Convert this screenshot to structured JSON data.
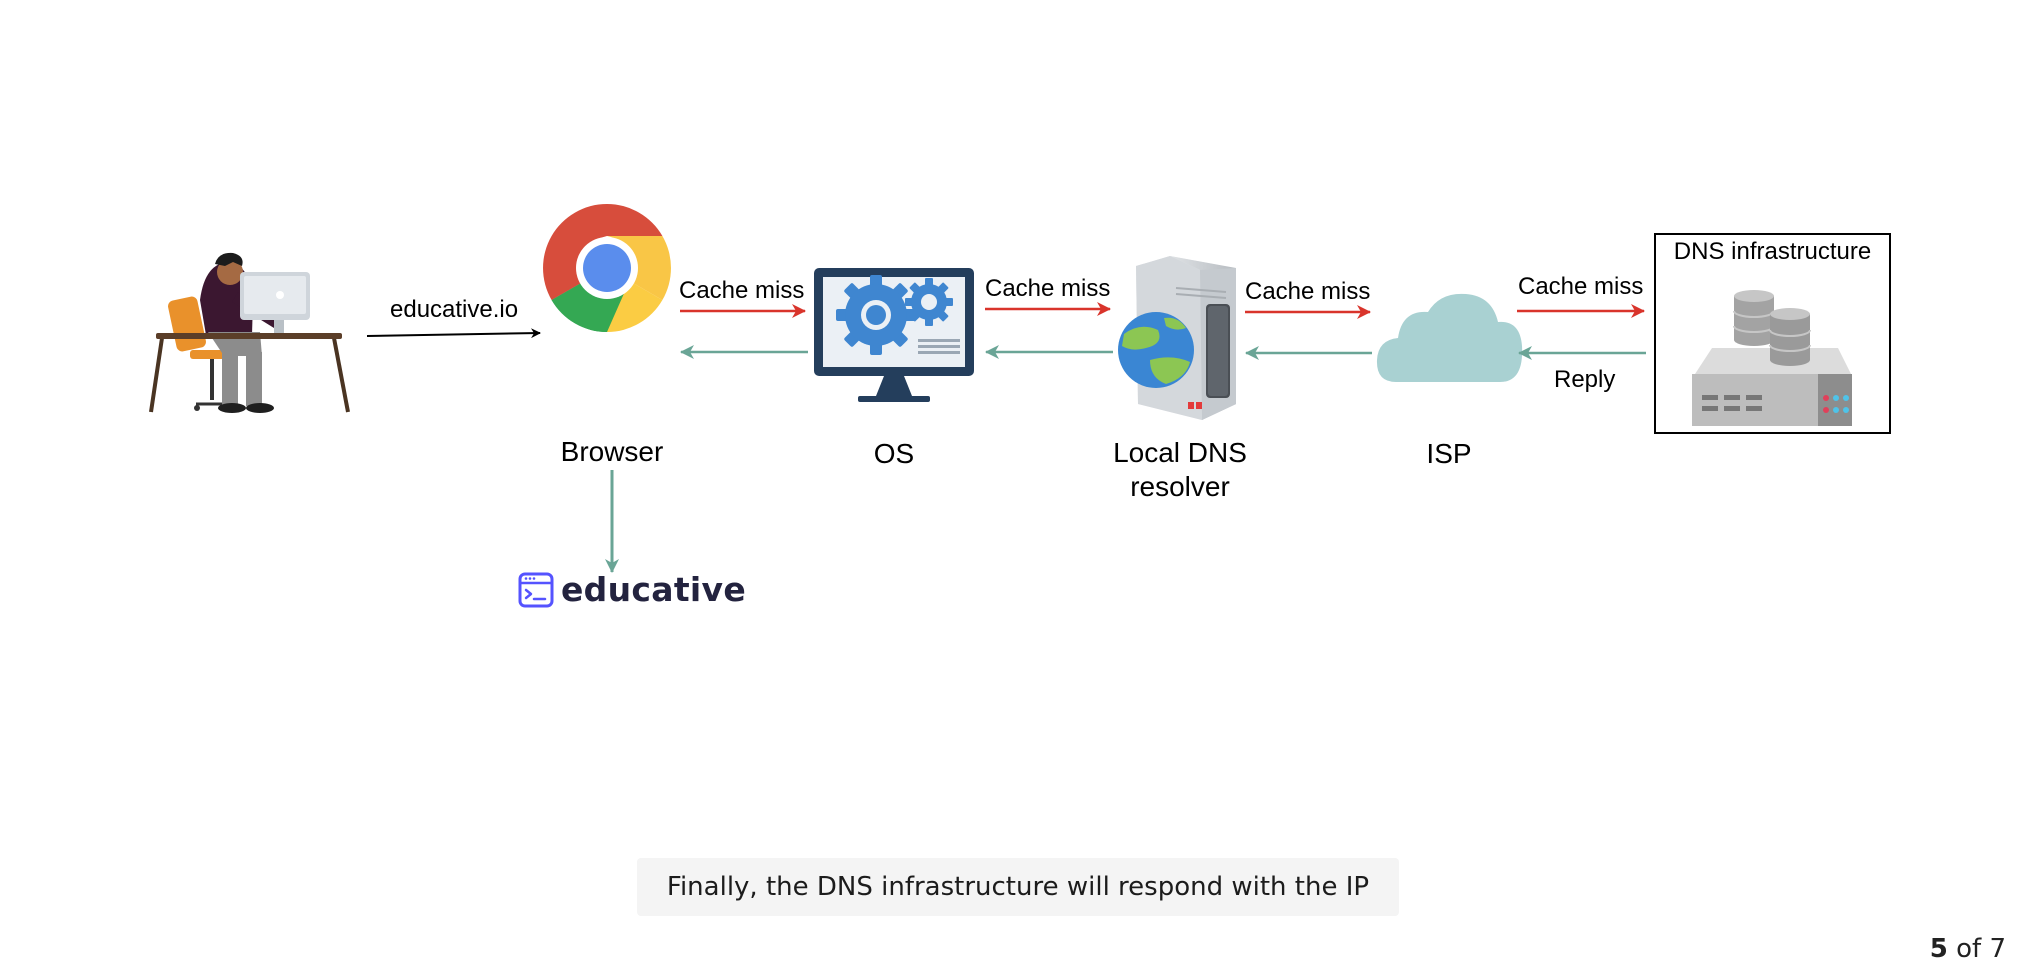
{
  "diagram": {
    "nodes": [
      {
        "id": "user",
        "label": "",
        "icon": "user-at-desk-icon"
      },
      {
        "id": "browser",
        "label": "Browser",
        "icon": "chrome-browser-icon"
      },
      {
        "id": "os",
        "label": "OS",
        "icon": "monitor-gears-icon"
      },
      {
        "id": "resolver",
        "label_lines": [
          "Local DNS",
          "resolver"
        ],
        "icon": "server-tower-globe-icon"
      },
      {
        "id": "isp",
        "label": "ISP",
        "icon": "cloud-icon"
      },
      {
        "id": "dns_infra",
        "label": "DNS infrastructure",
        "icon": "database-server-icon"
      }
    ],
    "edges": [
      {
        "from": "user",
        "to": "browser",
        "label": "educative.io",
        "color": "#000000"
      },
      {
        "from": "browser",
        "to": "os",
        "label": "Cache miss",
        "color": "#d9342b"
      },
      {
        "from": "os",
        "to": "resolver",
        "label": "Cache miss",
        "color": "#d9342b"
      },
      {
        "from": "resolver",
        "to": "isp",
        "label": "Cache miss",
        "color": "#d9342b"
      },
      {
        "from": "isp",
        "to": "dns_infra",
        "label": "Cache miss",
        "color": "#d9342b"
      },
      {
        "from": "os",
        "to": "browser",
        "label": "",
        "color": "#6aa596"
      },
      {
        "from": "resolver",
        "to": "os",
        "label": "",
        "color": "#6aa596"
      },
      {
        "from": "isp",
        "to": "resolver",
        "label": "",
        "color": "#6aa596"
      },
      {
        "from": "dns_infra",
        "to": "isp",
        "label": "Reply",
        "color": "#6aa596"
      },
      {
        "from": "browser",
        "to": "website",
        "label": "",
        "color": "#6aa596"
      }
    ],
    "website": {
      "brand": "educative",
      "icon": "educative-logo-icon",
      "brand_color": "#5553ff"
    }
  },
  "caption": "Finally, the DNS infrastructure will respond with the IP",
  "pager": {
    "current": "5",
    "of": "of 7"
  }
}
